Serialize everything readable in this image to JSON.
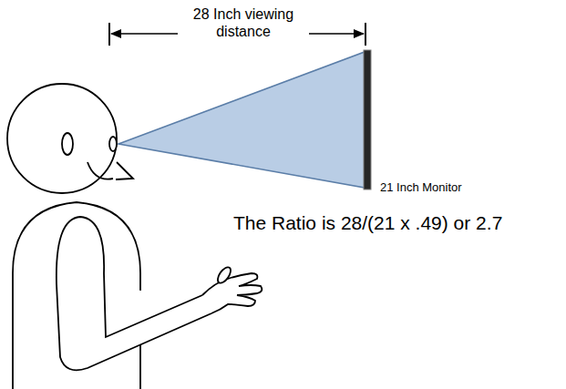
{
  "diagram": {
    "labels": [
      "28 Inch viewing distance",
      "21 Inch Monitor",
      "The Ratio is 28/(21 x .49) or 2.7"
    ]
  }
}
